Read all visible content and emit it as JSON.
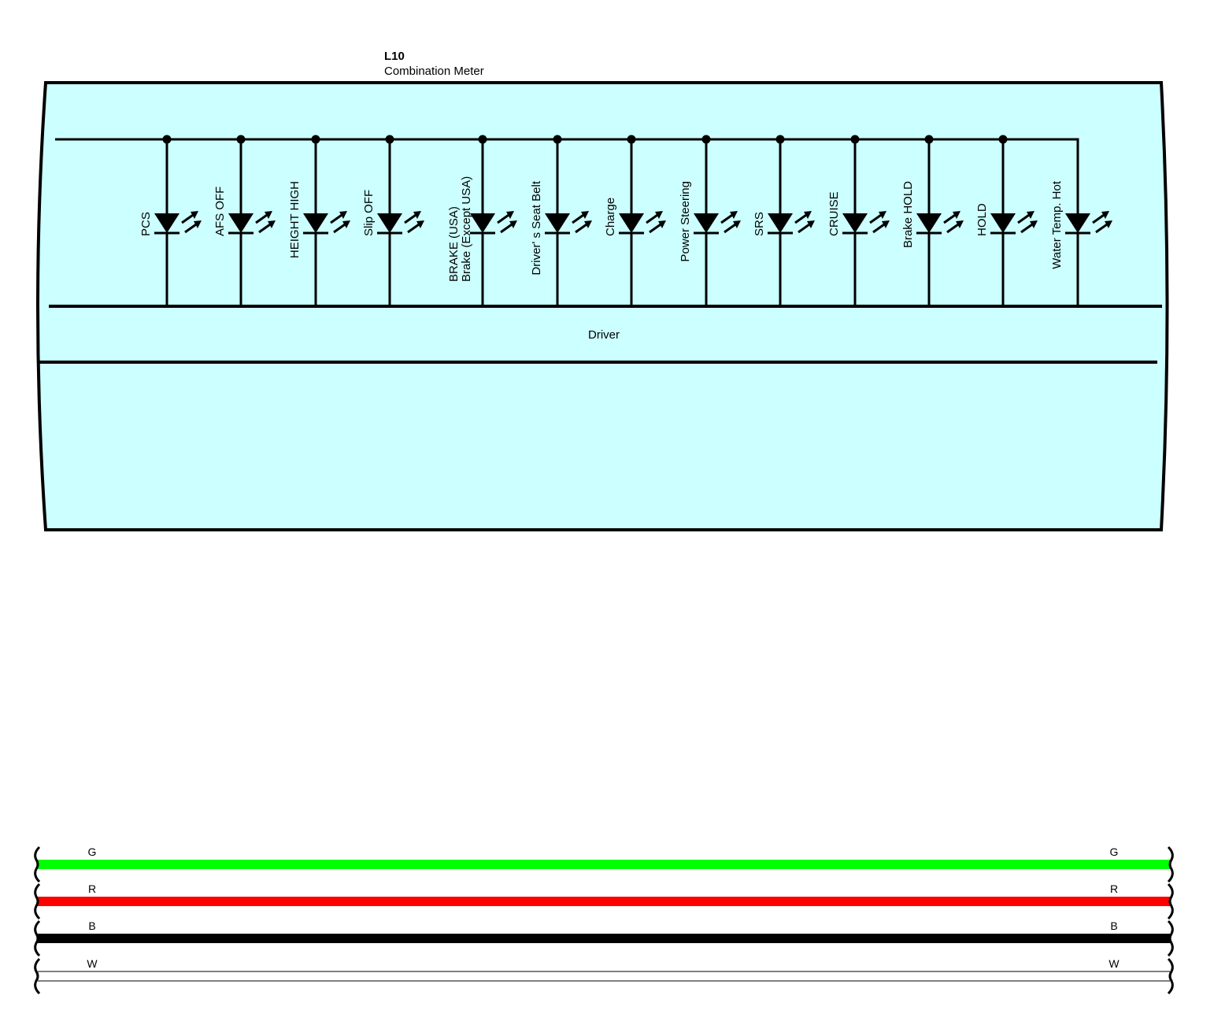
{
  "connector": {
    "id": "L10",
    "name": "Combination Meter",
    "section_label": "Driver"
  },
  "indicators": [
    {
      "lines": [
        "PCS"
      ]
    },
    {
      "lines": [
        "AFS OFF"
      ]
    },
    {
      "lines": [
        "HEIGHT HIGH"
      ]
    },
    {
      "lines": [
        "Slip OFF"
      ]
    },
    {
      "lines": [
        "BRAKE (USA)",
        "Brake (Except USA)"
      ]
    },
    {
      "lines": [
        "Driver' s Seat Belt"
      ]
    },
    {
      "lines": [
        "Charge"
      ]
    },
    {
      "lines": [
        "Power Steering"
      ]
    },
    {
      "lines": [
        "SRS"
      ]
    },
    {
      "lines": [
        "CRUISE"
      ]
    },
    {
      "lines": [
        "Brake HOLD"
      ]
    },
    {
      "lines": [
        "HOLD"
      ]
    },
    {
      "lines": [
        "Water Temp.  Hot"
      ]
    }
  ],
  "wires": [
    {
      "code": "G",
      "color": "#00ff00"
    },
    {
      "code": "R",
      "color": "#ff0000"
    },
    {
      "code": "B",
      "color": "#000000"
    },
    {
      "code": "W",
      "color": "#ffffff"
    }
  ],
  "colors": {
    "meter_fill": "#ccffff",
    "line": "#000000"
  }
}
